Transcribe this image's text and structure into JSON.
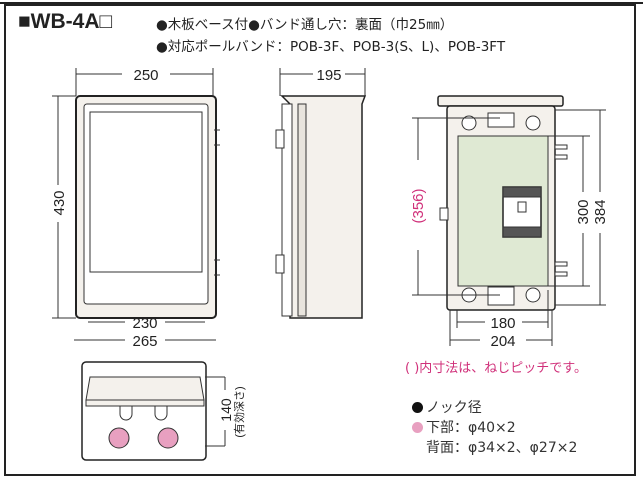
{
  "header": {
    "model": "■WB-4A□",
    "spec_line1": "●木板ベース付●バンド通し穴：裏面（巾25㎜）",
    "spec_line2": "●対応ポールバンド：POB-3F、POB-3(S、L)、POB-3FT"
  },
  "dimensions": {
    "front_width_top": "250",
    "front_height": "430",
    "front_inner_width": "230",
    "front_outer_width": "265",
    "side_depth": "195",
    "back_pitch_height": "(356)",
    "back_plate_height": "300",
    "back_height": "384",
    "back_plate_width": "180",
    "back_width": "204",
    "bottom_depth": "140",
    "bottom_depth_label": "(有効深さ)"
  },
  "notes": {
    "pitch_note": "( )内寸法は、ねじピッチです。",
    "knock_title": "ノック径",
    "knock_bottom": "下部：φ40×2",
    "knock_back": "背面：φ34×2、φ27×2"
  },
  "colors": {
    "accent": "#d0307a",
    "knock": "#e8a0c0",
    "plate": "#dfe9d3"
  }
}
